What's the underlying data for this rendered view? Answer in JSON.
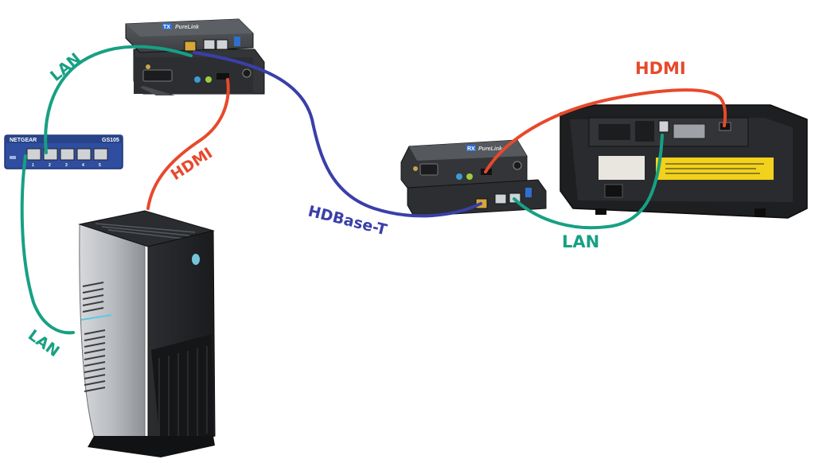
{
  "labels": {
    "lan_top": "LAN",
    "lan_left": "LAN",
    "lan_right": "LAN",
    "hdmi_left": "HDMI",
    "hdmi_right": "HDMI",
    "hdbaset": "HDBase-T"
  },
  "devices": {
    "switch": {
      "brand": "NETGEAR",
      "model": "GS105",
      "ports": [
        "1",
        "2",
        "3",
        "4",
        "5"
      ]
    },
    "tx": {
      "badge": "TX",
      "brand": "PureLink"
    },
    "rx": {
      "badge": "RX",
      "brand": "PureLink"
    }
  },
  "colors": {
    "lan": "#17a084",
    "hdmi": "#e8492c",
    "hdbaset": "#3a3fa8",
    "device_dark": "#3b3d40",
    "switch_blue": "#2f4ea0"
  }
}
